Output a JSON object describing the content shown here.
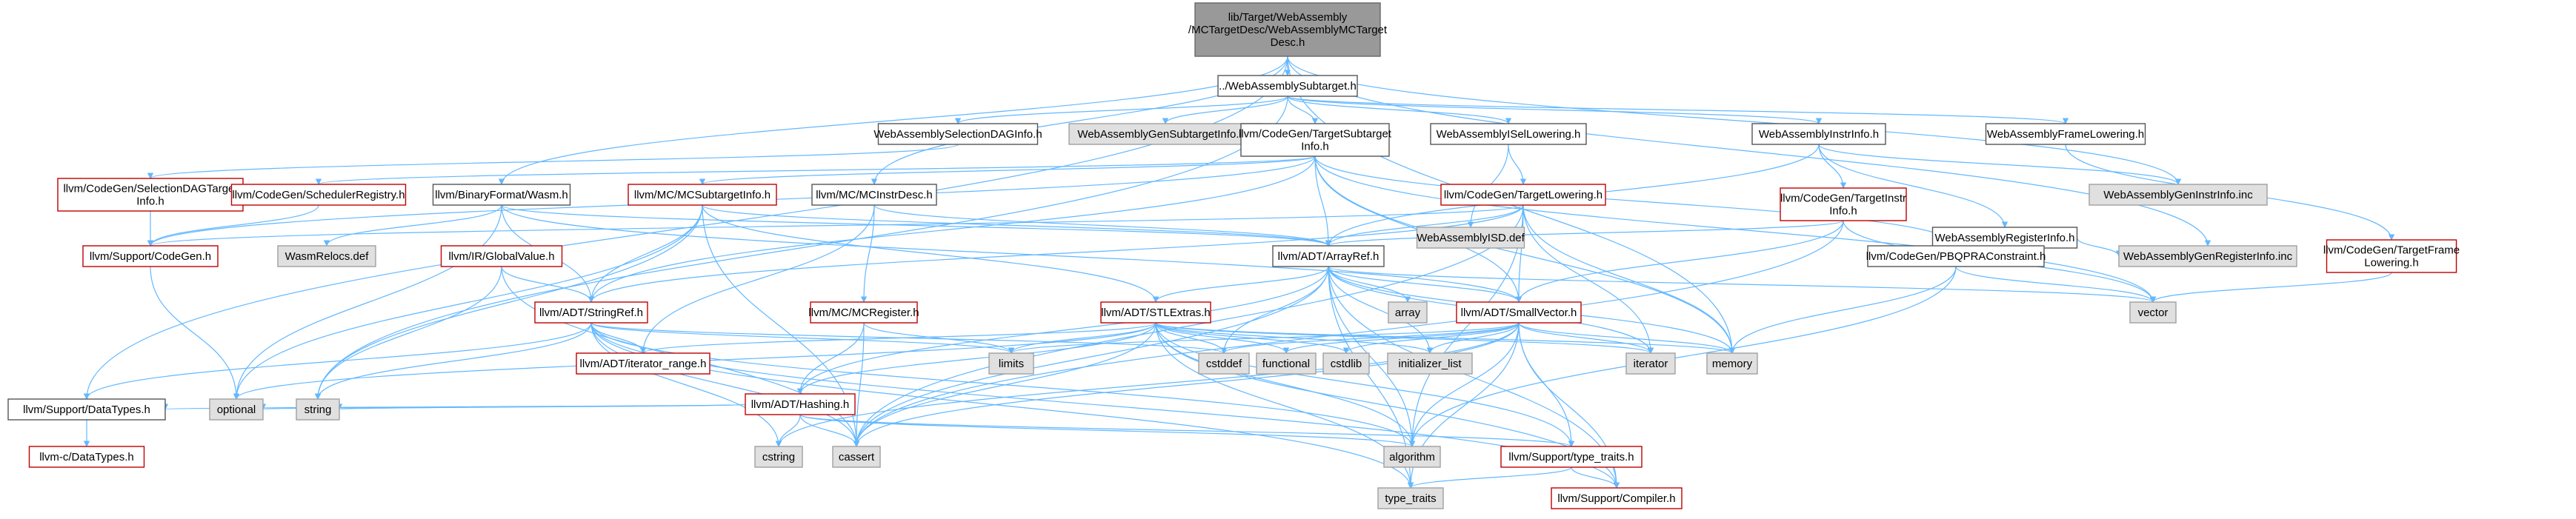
{
  "colors": {
    "edge": "#63b8ff",
    "normal_border": "#555555",
    "red_border": "#c00000",
    "gray_fill": "#e0e0e0",
    "root_fill": "#999999"
  },
  "nodes": [
    {
      "id": "root",
      "style": "root",
      "label": [
        "lib/Target/WebAssembly",
        "/MCTargetDesc/WebAssemblyMCTarget",
        "Desc.h"
      ]
    },
    {
      "id": "subtarget",
      "style": "normal",
      "label": [
        "../WebAssemblySubtarget.h"
      ]
    },
    {
      "id": "wasm_sel_dag",
      "style": "normal",
      "label": [
        "WebAssemblySelectionDAGInfo.h"
      ]
    },
    {
      "id": "wasm_gen_subtarget",
      "style": "gray",
      "label": [
        "WebAssemblyGenSubtargetInfo.inc"
      ]
    },
    {
      "id": "cg_target_subtarget",
      "style": "normal",
      "label": [
        "llvm/CodeGen/TargetSubtarget",
        "Info.h"
      ]
    },
    {
      "id": "wasm_isel",
      "style": "normal",
      "label": [
        "WebAssemblyISelLowering.h"
      ]
    },
    {
      "id": "wasm_instrinfo",
      "style": "normal",
      "label": [
        "WebAssemblyInstrInfo.h"
      ]
    },
    {
      "id": "wasm_frame",
      "style": "normal",
      "label": [
        "WebAssemblyFrameLowering.h"
      ]
    },
    {
      "id": "cg_seldag_target",
      "style": "red",
      "label": [
        "llvm/CodeGen/SelectionDAGTarget",
        "Info.h"
      ]
    },
    {
      "id": "cg_sched_registry",
      "style": "red",
      "label": [
        "llvm/CodeGen/SchedulerRegistry.h"
      ]
    },
    {
      "id": "binfmt_wasm",
      "style": "normal",
      "label": [
        "llvm/BinaryFormat/Wasm.h"
      ]
    },
    {
      "id": "mc_subtarget",
      "style": "red",
      "label": [
        "llvm/MC/MCSubtargetInfo.h"
      ]
    },
    {
      "id": "mc_instrdesc",
      "style": "normal",
      "label": [
        "llvm/MC/MCInstrDesc.h"
      ]
    },
    {
      "id": "cg_target_lowering",
      "style": "red",
      "label": [
        "llvm/CodeGen/TargetLowering.h"
      ]
    },
    {
      "id": "wasm_isd_def",
      "style": "gray",
      "label": [
        "WebAssemblyISD.def"
      ]
    },
    {
      "id": "cg_target_instr",
      "style": "red",
      "label": [
        "llvm/CodeGen/TargetInstr",
        "Info.h"
      ]
    },
    {
      "id": "wasm_reginfo",
      "style": "normal",
      "label": [
        "WebAssemblyRegisterInfo.h"
      ]
    },
    {
      "id": "wasm_gen_instr",
      "style": "gray",
      "label": [
        "WebAssemblyGenInstrInfo.inc"
      ]
    },
    {
      "id": "cg_target_frame",
      "style": "red",
      "label": [
        "llvm/CodeGen/TargetFrame",
        "Lowering.h"
      ]
    },
    {
      "id": "support_codegen",
      "style": "red",
      "label": [
        "llvm/Support/CodeGen.h"
      ]
    },
    {
      "id": "wasm_relocs",
      "style": "gray",
      "label": [
        "WasmRelocs.def"
      ]
    },
    {
      "id": "ir_globalvalue",
      "style": "red",
      "label": [
        "llvm/IR/GlobalValue.h"
      ]
    },
    {
      "id": "adt_arrayref",
      "style": "normal",
      "label": [
        "llvm/ADT/ArrayRef.h"
      ]
    },
    {
      "id": "cg_pbqp",
      "style": "normal",
      "label": [
        "llvm/CodeGen/PBQPRAConstraint.h"
      ]
    },
    {
      "id": "wasm_gen_reg",
      "style": "gray",
      "label": [
        "WebAssemblyGenRegisterInfo.inc"
      ]
    },
    {
      "id": "vector",
      "style": "gray",
      "label": [
        "vector"
      ]
    },
    {
      "id": "adt_stringref",
      "style": "red",
      "label": [
        "llvm/ADT/StringRef.h"
      ]
    },
    {
      "id": "mc_register",
      "style": "red",
      "label": [
        "llvm/MC/MCRegister.h"
      ]
    },
    {
      "id": "adt_stlextras",
      "style": "red",
      "label": [
        "llvm/ADT/STLExtras.h"
      ]
    },
    {
      "id": "array",
      "style": "gray",
      "label": [
        "array"
      ]
    },
    {
      "id": "adt_smallvector",
      "style": "red",
      "label": [
        "llvm/ADT/SmallVector.h"
      ]
    },
    {
      "id": "adt_iter_range",
      "style": "red",
      "label": [
        "llvm/ADT/iterator_range.h"
      ]
    },
    {
      "id": "limits",
      "style": "gray",
      "label": [
        "limits"
      ]
    },
    {
      "id": "cstddef",
      "style": "gray",
      "label": [
        "cstddef"
      ]
    },
    {
      "id": "functional",
      "style": "gray",
      "label": [
        "functional"
      ]
    },
    {
      "id": "cstdlib",
      "style": "gray",
      "label": [
        "cstdlib"
      ]
    },
    {
      "id": "initializer_list",
      "style": "gray",
      "label": [
        "initializer_list"
      ]
    },
    {
      "id": "iterator",
      "style": "gray",
      "label": [
        "iterator"
      ]
    },
    {
      "id": "memory",
      "style": "gray",
      "label": [
        "memory"
      ]
    },
    {
      "id": "adt_hashing",
      "style": "red",
      "label": [
        "llvm/ADT/Hashing.h"
      ]
    },
    {
      "id": "support_datatypes",
      "style": "normal",
      "label": [
        "llvm/Support/DataTypes.h"
      ]
    },
    {
      "id": "optional",
      "style": "gray",
      "label": [
        "optional"
      ]
    },
    {
      "id": "string",
      "style": "gray",
      "label": [
        "string"
      ]
    },
    {
      "id": "cstring",
      "style": "gray",
      "label": [
        "cstring"
      ]
    },
    {
      "id": "cassert",
      "style": "gray",
      "label": [
        "cassert"
      ]
    },
    {
      "id": "algorithm",
      "style": "gray",
      "label": [
        "algorithm"
      ]
    },
    {
      "id": "support_type_traits",
      "style": "red",
      "label": [
        "llvm/Support/type_traits.h"
      ]
    },
    {
      "id": "type_traits",
      "style": "gray",
      "label": [
        "type_traits"
      ]
    },
    {
      "id": "support_compiler",
      "style": "red",
      "label": [
        "llvm/Support/Compiler.h"
      ]
    },
    {
      "id": "c_datatypes",
      "style": "red",
      "label": [
        "llvm-c/DataTypes.h"
      ]
    }
  ],
  "edges": [
    [
      "root",
      "subtarget"
    ],
    [
      "root",
      "binfmt_wasm"
    ],
    [
      "root",
      "mc_instrdesc"
    ],
    [
      "root",
      "support_datatypes"
    ],
    [
      "root",
      "wasm_gen_instr"
    ],
    [
      "root",
      "wasm_gen_reg"
    ],
    [
      "root",
      "memory"
    ],
    [
      "subtarget",
      "wasm_sel_dag"
    ],
    [
      "subtarget",
      "wasm_gen_subtarget"
    ],
    [
      "subtarget",
      "cg_target_subtarget"
    ],
    [
      "subtarget",
      "wasm_isel"
    ],
    [
      "subtarget",
      "wasm_instrinfo"
    ],
    [
      "subtarget",
      "wasm_frame"
    ],
    [
      "subtarget",
      "string"
    ],
    [
      "wasm_sel_dag",
      "cg_seldag_target"
    ],
    [
      "cg_target_subtarget",
      "cg_sched_registry"
    ],
    [
      "cg_target_subtarget",
      "mc_subtarget"
    ],
    [
      "cg_target_subtarget",
      "adt_arrayref"
    ],
    [
      "cg_target_subtarget",
      "adt_smallvector"
    ],
    [
      "cg_target_subtarget",
      "adt_stringref"
    ],
    [
      "cg_target_subtarget",
      "cg_pbqp"
    ],
    [
      "cg_target_subtarget",
      "support_codegen"
    ],
    [
      "cg_target_subtarget",
      "memory"
    ],
    [
      "cg_target_subtarget",
      "vector"
    ],
    [
      "wasm_isel",
      "cg_target_lowering"
    ],
    [
      "wasm_isel",
      "wasm_isd_def"
    ],
    [
      "wasm_instrinfo",
      "cg_target_instr"
    ],
    [
      "wasm_instrinfo",
      "wasm_reginfo"
    ],
    [
      "wasm_instrinfo",
      "wasm_gen_instr"
    ],
    [
      "wasm_instrinfo",
      "adt_arrayref"
    ],
    [
      "wasm_frame",
      "cg_target_frame"
    ],
    [
      "cg_seldag_target",
      "support_codegen"
    ],
    [
      "cg_sched_registry",
      "support_codegen"
    ],
    [
      "binfmt_wasm",
      "adt_arrayref"
    ],
    [
      "binfmt_wasm",
      "adt_stringref"
    ],
    [
      "binfmt_wasm",
      "wasm_relocs"
    ],
    [
      "binfmt_wasm",
      "optional"
    ],
    [
      "binfmt_wasm",
      "adt_smallvector"
    ],
    [
      "mc_subtarget",
      "adt_arrayref"
    ],
    [
      "mc_subtarget",
      "adt_stlextras"
    ],
    [
      "mc_subtarget",
      "adt_stringref"
    ],
    [
      "mc_subtarget",
      "cassert"
    ],
    [
      "mc_subtarget",
      "optional"
    ],
    [
      "mc_subtarget",
      "string"
    ],
    [
      "mc_instrdesc",
      "adt_arrayref"
    ],
    [
      "mc_instrdesc",
      "mc_register"
    ],
    [
      "mc_instrdesc",
      "adt_iter_range"
    ],
    [
      "cg_target_lowering",
      "adt_arrayref"
    ],
    [
      "cg_target_lowering",
      "adt_smallvector"
    ],
    [
      "cg_target_lowering",
      "adt_stringref"
    ],
    [
      "cg_target_lowering",
      "support_codegen"
    ],
    [
      "cg_target_lowering",
      "algorithm"
    ],
    [
      "cg_target_lowering",
      "cassert"
    ],
    [
      "cg_target_lowering",
      "iterator"
    ],
    [
      "cg_target_lowering",
      "memory"
    ],
    [
      "cg_target_instr",
      "adt_arrayref"
    ],
    [
      "cg_target_instr",
      "adt_smallvector"
    ],
    [
      "cg_target_instr",
      "vector"
    ],
    [
      "cg_target_instr",
      "cassert"
    ],
    [
      "wasm_reginfo",
      "wasm_gen_reg"
    ],
    [
      "cg_target_frame",
      "vector"
    ],
    [
      "support_codegen",
      "optional"
    ],
    [
      "ir_globalvalue",
      "adt_stringref"
    ],
    [
      "ir_globalvalue",
      "cassert"
    ],
    [
      "ir_globalvalue",
      "string"
    ],
    [
      "adt_arrayref",
      "adt_hashing"
    ],
    [
      "adt_arrayref",
      "adt_smallvector"
    ],
    [
      "adt_arrayref",
      "adt_stlextras"
    ],
    [
      "adt_arrayref",
      "support_compiler"
    ],
    [
      "adt_arrayref",
      "algorithm"
    ],
    [
      "adt_arrayref",
      "array"
    ],
    [
      "adt_arrayref",
      "cassert"
    ],
    [
      "adt_arrayref",
      "cstddef"
    ],
    [
      "adt_arrayref",
      "initializer_list"
    ],
    [
      "adt_arrayref",
      "iterator"
    ],
    [
      "adt_arrayref",
      "memory"
    ],
    [
      "adt_arrayref",
      "type_traits"
    ],
    [
      "adt_arrayref",
      "vector"
    ],
    [
      "cg_pbqp",
      "algorithm"
    ],
    [
      "cg_pbqp",
      "memory"
    ],
    [
      "cg_pbqp",
      "vector"
    ],
    [
      "adt_stringref",
      "adt_iter_range"
    ],
    [
      "adt_stringref",
      "support_compiler"
    ],
    [
      "adt_stringref",
      "algorithm"
    ],
    [
      "adt_stringref",
      "cassert"
    ],
    [
      "adt_stringref",
      "cstddef"
    ],
    [
      "adt_stringref",
      "cstring"
    ],
    [
      "adt_stringref",
      "limits"
    ],
    [
      "adt_stringref",
      "string"
    ],
    [
      "adt_stringref",
      "type_traits"
    ],
    [
      "adt_stringref",
      "support_datatypes"
    ],
    [
      "mc_register",
      "adt_hashing"
    ],
    [
      "mc_register",
      "cassert"
    ],
    [
      "mc_register",
      "limits"
    ],
    [
      "adt_stlextras",
      "adt_hashing"
    ],
    [
      "adt_stlextras",
      "adt_iter_range"
    ],
    [
      "adt_stlextras",
      "support_type_traits"
    ],
    [
      "adt_stlextras",
      "algorithm"
    ],
    [
      "adt_stlextras",
      "cassert"
    ],
    [
      "adt_stlextras",
      "cstddef"
    ],
    [
      "adt_stlextras",
      "cstdlib"
    ],
    [
      "adt_stlextras",
      "functional"
    ],
    [
      "adt_stlextras",
      "initializer_list"
    ],
    [
      "adt_stlextras",
      "iterator"
    ],
    [
      "adt_stlextras",
      "limits"
    ],
    [
      "adt_stlextras",
      "memory"
    ],
    [
      "adt_stlextras",
      "optional"
    ],
    [
      "adt_stlextras",
      "type_traits"
    ],
    [
      "adt_stlextras",
      "support_compiler"
    ],
    [
      "adt_smallvector",
      "support_compiler"
    ],
    [
      "adt_smallvector",
      "support_type_traits"
    ],
    [
      "adt_smallvector",
      "algorithm"
    ],
    [
      "adt_smallvector",
      "cassert"
    ],
    [
      "adt_smallvector",
      "cstddef"
    ],
    [
      "adt_smallvector",
      "cstdlib"
    ],
    [
      "adt_smallvector",
      "cstring"
    ],
    [
      "adt_smallvector",
      "functional"
    ],
    [
      "adt_smallvector",
      "initializer_list"
    ],
    [
      "adt_smallvector",
      "iterator"
    ],
    [
      "adt_smallvector",
      "limits"
    ],
    [
      "adt_smallvector",
      "memory"
    ],
    [
      "adt_smallvector",
      "type_traits"
    ],
    [
      "adt_hashing",
      "support_datatypes"
    ],
    [
      "adt_hashing",
      "support_type_traits"
    ],
    [
      "adt_hashing",
      "algorithm"
    ],
    [
      "adt_hashing",
      "cassert"
    ],
    [
      "adt_hashing",
      "cstring"
    ],
    [
      "adt_hashing",
      "optional"
    ],
    [
      "adt_hashing",
      "string"
    ],
    [
      "support_datatypes",
      "c_datatypes"
    ],
    [
      "support_type_traits",
      "support_compiler"
    ],
    [
      "support_type_traits",
      "type_traits"
    ]
  ]
}
